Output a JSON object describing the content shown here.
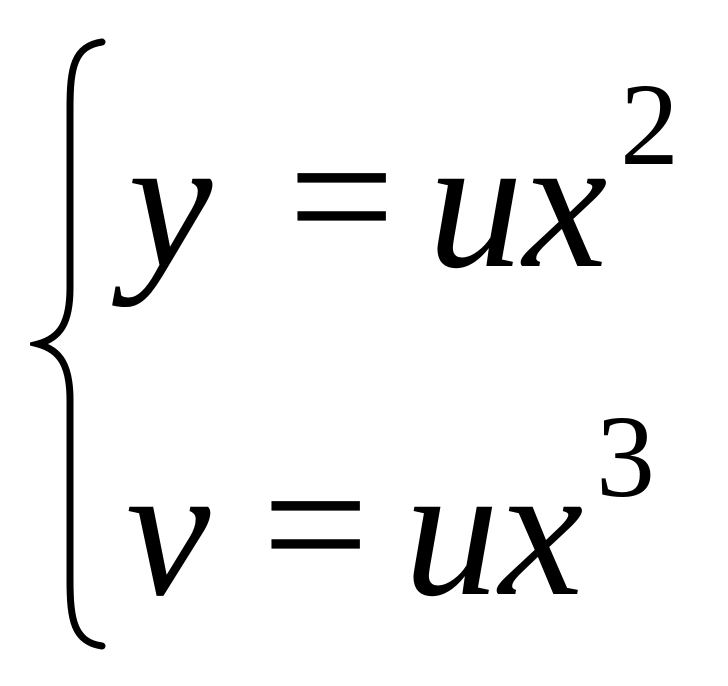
{
  "system": {
    "equations": [
      {
        "lhs": "y",
        "op": "=",
        "rhs": "ux",
        "exponent": "2"
      },
      {
        "lhs": "v",
        "op": "=",
        "rhs": "ux",
        "exponent": "3"
      }
    ]
  }
}
